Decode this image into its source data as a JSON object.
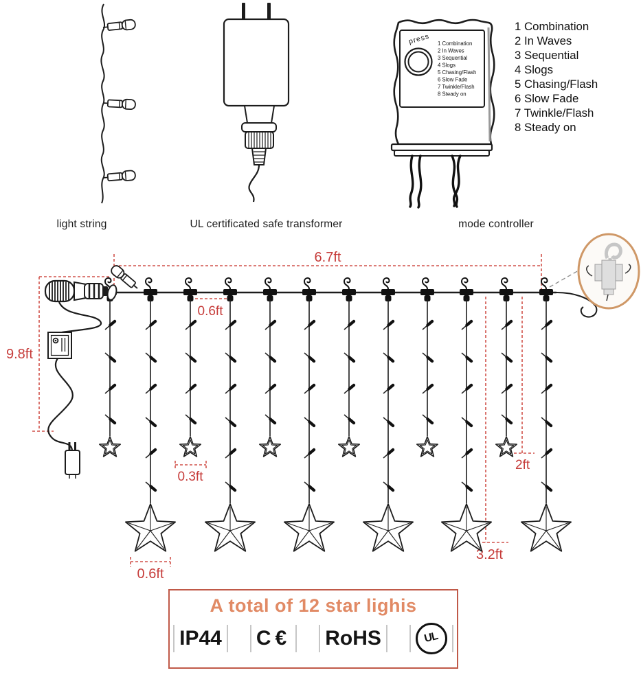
{
  "figures": {
    "light_string": {
      "label": "light string"
    },
    "transformer": {
      "label": "UL certificated safe transformer"
    },
    "controller": {
      "label": "mode controller",
      "button_label": "press"
    }
  },
  "modes": [
    "1 Combination",
    "2 In Waves",
    "3 Sequential",
    "4 Slogs",
    "5 Chasing/Flash",
    "6 Slow Fade",
    "7 Twinkle/Flash",
    "8 Steady on"
  ],
  "diagram": {
    "dimensions": {
      "total_width": "6.7ft",
      "total_height": "9.8ft",
      "hook_spacing": "0.6ft",
      "small_star_width": "0.3ft",
      "big_star_width": "0.6ft",
      "short_drop": "2ft",
      "long_drop": "3.2ft"
    },
    "counts": {
      "hooks": 12,
      "small_stars": 6,
      "big_stars": 6
    }
  },
  "footer": {
    "title": "A total of 12 star lighis",
    "certifications": [
      {
        "label": "IP44"
      },
      {
        "label": "C€"
      },
      {
        "label": "RoHS"
      },
      {
        "label": "UL"
      }
    ]
  },
  "colors": {
    "dimension_red": "#c63c3a",
    "line_black": "#1c1c1c",
    "footer_border": "#c05948",
    "footer_title": "#e18a65",
    "magnifier_ring": "#cf9867"
  }
}
